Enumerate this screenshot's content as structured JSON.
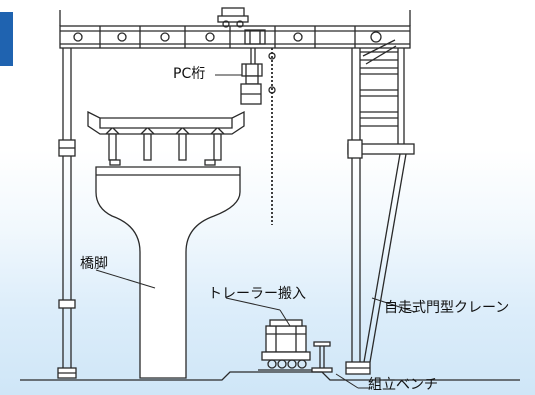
{
  "labels": {
    "pc_girder": "PC桁",
    "pier": "橋脚",
    "trailer": "トレーラー搬入",
    "crane": "自走式門型クレーン",
    "bench": "組立ベンチ"
  },
  "colors": {
    "line": "#2a2a2a",
    "tab": "#1f63b0",
    "sky_bottom": "#cfe6f7"
  }
}
